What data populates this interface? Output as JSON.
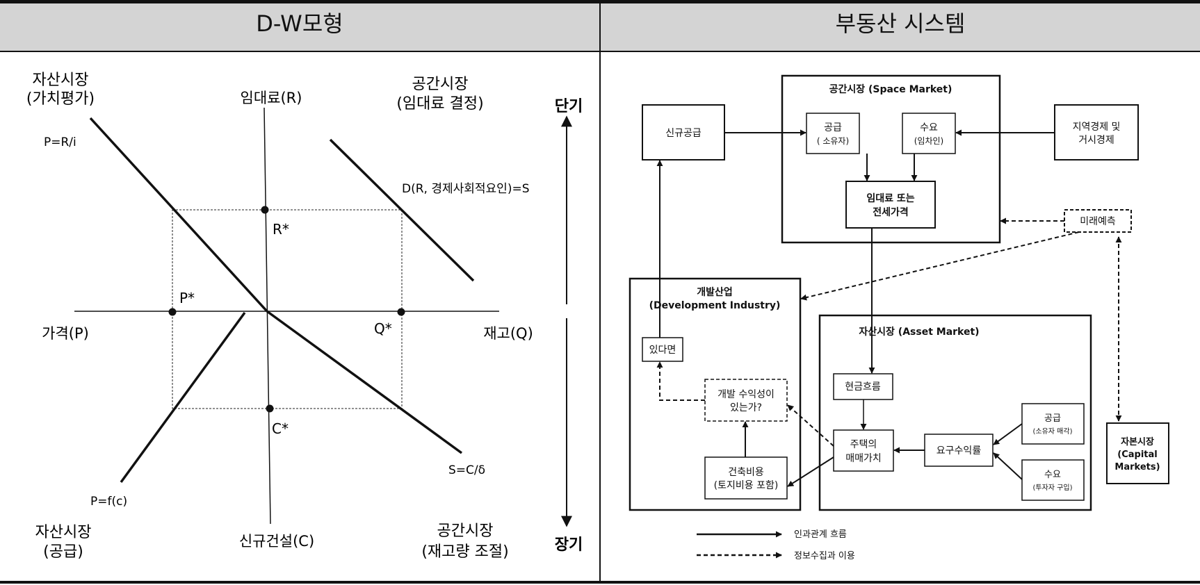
{
  "header": {
    "left_title": "D-W모형",
    "right_title": "부동산 시스템"
  },
  "dw_model": {
    "quadrants": {
      "asset_valuation": [
        "자산시장",
        "(가치평가)"
      ],
      "space_rent": [
        "공간시장",
        "(임대료 결정)"
      ],
      "asset_supply": [
        "자산시장",
        "(공급)"
      ],
      "space_stock": [
        "공간시장",
        "(재고량 조절)"
      ]
    },
    "axes": {
      "top": "임대료(R)",
      "bottom": "신규건설(C)",
      "left": "가격(P)",
      "right": "재고(Q)"
    },
    "curves": {
      "valuation": "P=R/i",
      "demand": "D(R, 경제사회적요인)=S",
      "stock": "S=C/δ",
      "construction": "P=f(c)"
    },
    "points": {
      "r": "R*",
      "p": "P*",
      "q": "Q*",
      "c": "C*"
    },
    "horizon": {
      "short": "단기",
      "long": "장기"
    }
  },
  "system": {
    "space_market": "공간시장 (Space Market)",
    "asset_market": "자산시장 (Asset  Market)",
    "development_industry": [
      "개발산업",
      "(Development Industry)"
    ],
    "new_supply": "신규공급",
    "supply_owner": [
      "공급",
      "( 소유자)"
    ],
    "demand_tenant": [
      "수요",
      "(임차인)"
    ],
    "regional_economy": [
      "지역경제 및",
      "거시경제"
    ],
    "rent_price": [
      "임대료 또는",
      "전세가격"
    ],
    "forecast": "미래예측",
    "if_exists": "있다면",
    "profitability": [
      "개발 수익성이",
      "있는가?"
    ],
    "construction_cost": [
      "건축비용",
      "(토지비용 포함)"
    ],
    "cash_flow": "현금흐름",
    "house_value": [
      "주택의",
      "매매가치"
    ],
    "required_return": "요구수익률",
    "capital_supply": [
      "공급",
      "(소유자 매각)"
    ],
    "capital_demand": [
      "수요",
      "(투자자 구입)"
    ],
    "capital_markets": [
      "자본시장",
      "(Capital",
      "Markets)"
    ],
    "legend": {
      "solid": "인과관계 흐름",
      "dashed": "정보수집과 이용"
    }
  }
}
